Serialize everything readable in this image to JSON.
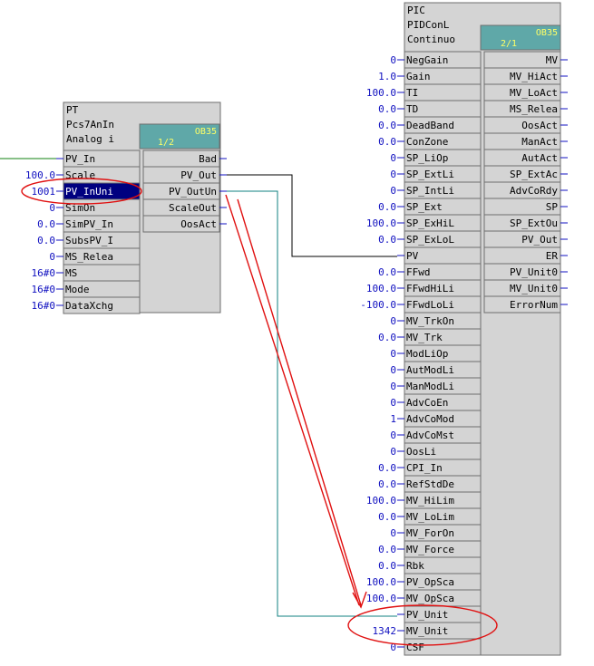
{
  "pt_block": {
    "header": [
      "PT",
      "Pcs7AnIn",
      "Analog i"
    ],
    "ob_label": "OB35",
    "ob_seq": "1/2",
    "inputs": [
      {
        "name": "PV_In",
        "value": ""
      },
      {
        "name": "Scale",
        "value": "100.0"
      },
      {
        "name": "PV_InUni",
        "value": "1001",
        "selected": true
      },
      {
        "name": "SimOn",
        "value": "0"
      },
      {
        "name": "SimPV_In",
        "value": "0.0"
      },
      {
        "name": "SubsPV_I",
        "value": "0.0"
      },
      {
        "name": "MS_Relea",
        "value": "0"
      },
      {
        "name": "MS",
        "value": "16#0"
      },
      {
        "name": "Mode",
        "value": "16#0"
      },
      {
        "name": "DataXchg",
        "value": "16#0"
      }
    ],
    "outputs": [
      "Bad",
      "PV_Out",
      "PV_OutUn",
      "ScaleOut",
      "OosAct"
    ]
  },
  "pic_block": {
    "header": [
      "PIC",
      "PIDConL",
      "Continuo"
    ],
    "ob_label": "OB35",
    "ob_seq": "2/1",
    "inputs": [
      {
        "name": "NegGain",
        "value": "0"
      },
      {
        "name": "Gain",
        "value": "1.0"
      },
      {
        "name": "TI",
        "value": "100.0"
      },
      {
        "name": "TD",
        "value": "0.0"
      },
      {
        "name": "DeadBand",
        "value": "0.0"
      },
      {
        "name": "ConZone",
        "value": "0.0"
      },
      {
        "name": "SP_LiOp",
        "value": "0"
      },
      {
        "name": "SP_ExtLi",
        "value": "0"
      },
      {
        "name": "SP_IntLi",
        "value": "0"
      },
      {
        "name": "SP_Ext",
        "value": "0.0"
      },
      {
        "name": "SP_ExHiL",
        "value": "100.0"
      },
      {
        "name": "SP_ExLoL",
        "value": "0.0"
      },
      {
        "name": "PV",
        "value": ""
      },
      {
        "name": "FFwd",
        "value": "0.0"
      },
      {
        "name": "FFwdHiLi",
        "value": "100.0"
      },
      {
        "name": "FFwdLoLi",
        "value": "-100.0"
      },
      {
        "name": "MV_TrkOn",
        "value": "0"
      },
      {
        "name": "MV_Trk",
        "value": "0.0"
      },
      {
        "name": "ModLiOp",
        "value": "0"
      },
      {
        "name": "AutModLi",
        "value": "0"
      },
      {
        "name": "ManModLi",
        "value": "0"
      },
      {
        "name": "AdvCoEn",
        "value": "0"
      },
      {
        "name": "AdvCoMod",
        "value": "1"
      },
      {
        "name": "AdvCoMst",
        "value": "0"
      },
      {
        "name": "OosLi",
        "value": "0"
      },
      {
        "name": "CPI_In",
        "value": "0.0"
      },
      {
        "name": "RefStdDe",
        "value": "0.0"
      },
      {
        "name": "MV_HiLim",
        "value": "100.0"
      },
      {
        "name": "MV_LoLim",
        "value": "0.0"
      },
      {
        "name": "MV_ForOn",
        "value": "0"
      },
      {
        "name": "MV_Force",
        "value": "0.0"
      },
      {
        "name": "Rbk",
        "value": "0.0"
      },
      {
        "name": "PV_OpSca",
        "value": "100.0"
      },
      {
        "name": "MV_OpSca",
        "value": "100.0"
      },
      {
        "name": "PV_Unit",
        "value": ""
      },
      {
        "name": "MV_Unit",
        "value": "1342"
      },
      {
        "name": "CSF",
        "value": "0"
      }
    ],
    "outputs": [
      "MV",
      "MV_HiAct",
      "MV_LoAct",
      "MS_Relea",
      "OosAct",
      "ManAct",
      "AutAct",
      "SP_ExtAc",
      "AdvCoRdy",
      "SP",
      "SP_ExtOu",
      "PV_Out",
      "ER",
      "PV_Unit0",
      "MV_Unit0",
      "ErrorNum"
    ]
  },
  "colors": {
    "block_fill": "#d4d4d4",
    "ob_fill": "#5fa8a8",
    "value_text": "#1010c0",
    "wire_teal": "#108080",
    "annotation": "#e01010"
  }
}
